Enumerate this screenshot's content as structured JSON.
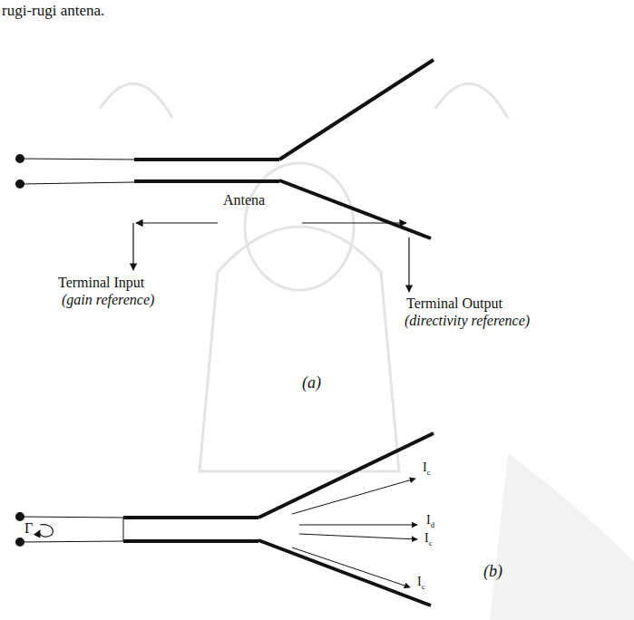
{
  "diagram": {
    "labels": [
      "rugi-rugi antena.",
      "Antena",
      "Terminal Input",
      "(gain reference)",
      "Terminal Output",
      "(directivity reference)",
      "(a)",
      "Γ",
      "Ic",
      "Id",
      "Ic",
      "Ic",
      "(b)"
    ]
  }
}
